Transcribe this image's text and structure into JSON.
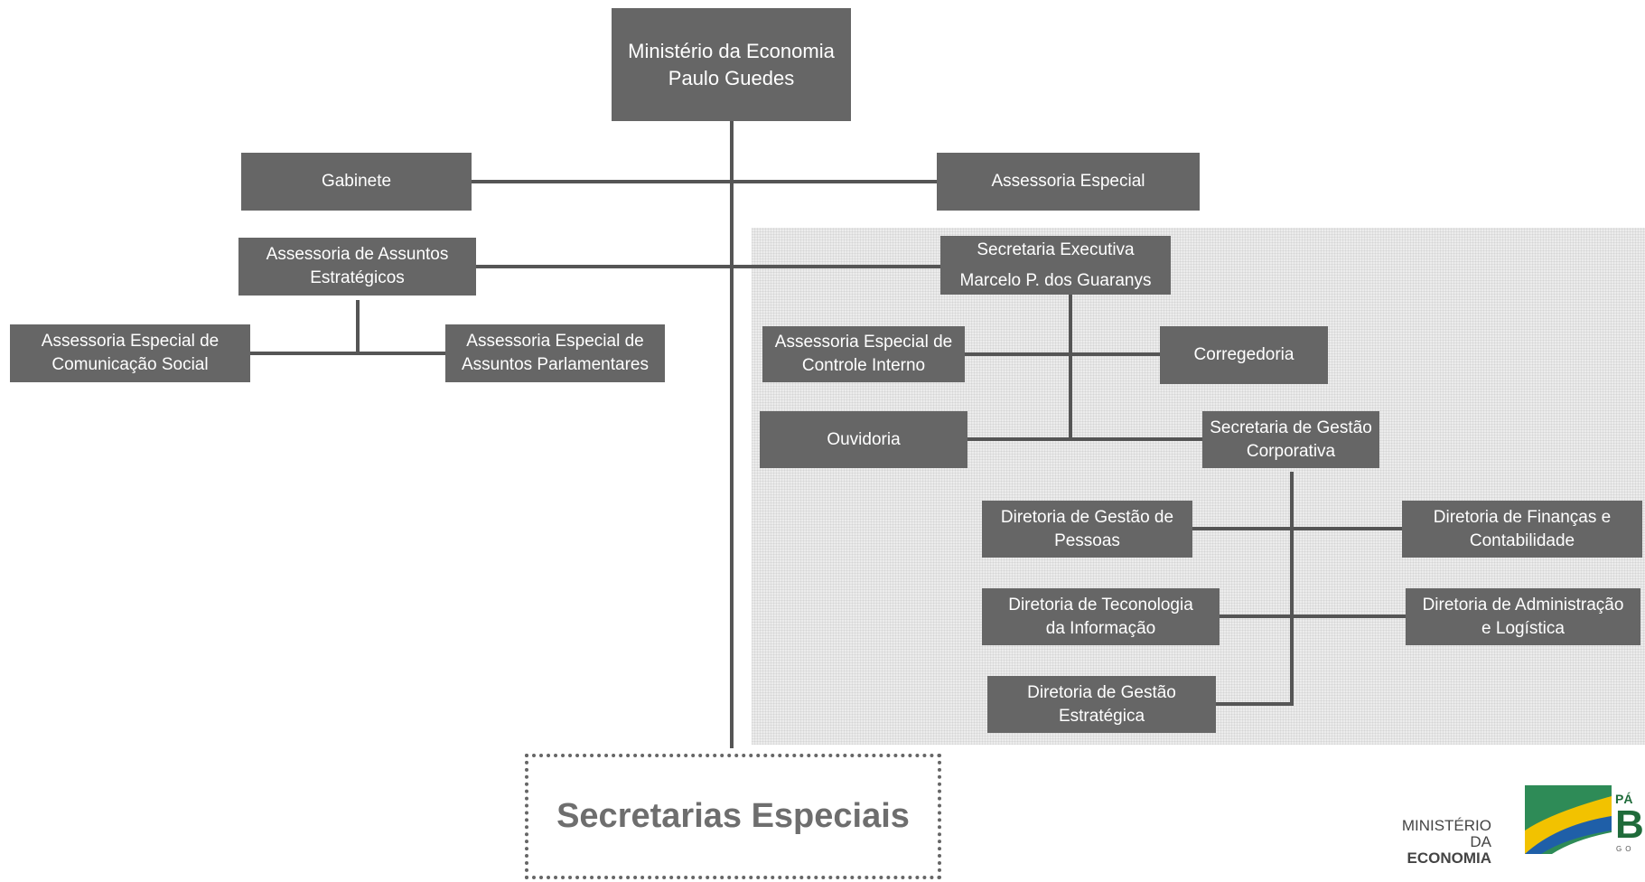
{
  "org_chart": {
    "root": {
      "line1": "Ministério da Economia",
      "line2": "Paulo Guedes"
    },
    "gabinete": "Gabinete",
    "assessoria_especial": "Assessoria Especial",
    "assessoria_assuntos_estrategicos": {
      "line1": "Assessoria de Assuntos",
      "line2": "Estratégicos"
    },
    "assessoria_comunicacao_social": {
      "line1": "Assessoria Especial de",
      "line2": "Comunicação Social"
    },
    "assessoria_assuntos_parlamentares": {
      "line1": "Assessoria Especial de",
      "line2": "Assuntos Parlamentares"
    },
    "secretaria_executiva": {
      "line1": "Secretaria Executiva",
      "line2": "Marcelo P. dos Guaranys"
    },
    "assessoria_controle_interno": {
      "line1": "Assessoria Especial de",
      "line2": "Controle Interno"
    },
    "corregedoria": "Corregedoria",
    "ouvidoria": "Ouvidoria",
    "secretaria_gestao_corporativa": {
      "line1": "Secretaria de Gestão",
      "line2": "Corporativa"
    },
    "diretoria_gestao_pessoas": {
      "line1": "Diretoria de Gestão de",
      "line2": "Pessoas"
    },
    "diretoria_financas_contabilidade": {
      "line1": "Diretoria de Finanças e",
      "line2": "Contabilidade"
    },
    "diretoria_tecnologia_informacao": {
      "line1": "Diretoria de Teconologia",
      "line2": "da Informação"
    },
    "diretoria_administracao_logistica": {
      "line1": "Diretoria de Administração",
      "line2": "e Logística"
    },
    "diretoria_gestao_estrategica": {
      "line1": "Diretoria de Gestão",
      "line2": "Estratégica"
    },
    "secretarias_especiais": "Secretarias Especiais"
  },
  "logo": {
    "ministerio_line1": "MINISTÉRIO DA",
    "ministerio_line2": "ECONOMIA",
    "brand_text": "PÁTRIA AMADA BRASIL GOVERNO FEDERAL"
  },
  "colors": {
    "box_fill": "#666666",
    "box_text": "#ffffff",
    "connector": "#555555",
    "shaded_region": "#ececec"
  }
}
